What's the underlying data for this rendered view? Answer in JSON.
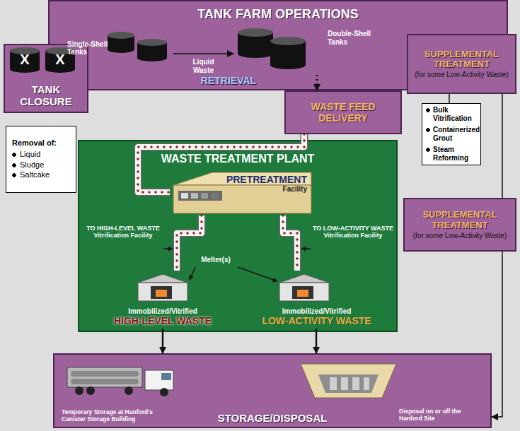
{
  "diagram": {
    "nodes": [
      {
        "text": [
          "TANK FARM OPERATIONS",
          "RETRIEVAL"
        ]
      },
      {
        "text": [
          "Single-Shell Tanks"
        ],
        "in": 0
      },
      {
        "text": [
          "Double-Shell Tanks"
        ],
        "in": 0
      },
      {
        "text": [
          "TANK CLOSURE"
        ]
      },
      {
        "text": [
          "Removal of:",
          "Liquid",
          "Sludge",
          "Saltcake"
        ]
      },
      {
        "text": [
          "SUPPLEMENTAL TREATMENT",
          "(for some Low-Activity Waste)"
        ]
      },
      {
        "text": [
          "Bulk Vitrification",
          "Containerized Grout",
          "Steam Reforming"
        ]
      },
      {
        "text": [
          "WASTE FEED DELIVERY"
        ]
      },
      {
        "text": [
          "WASTE TREATMENT PLANT"
        ]
      },
      {
        "text": [
          "PRETREATMENT",
          "Facility"
        ],
        "in": 8
      },
      {
        "text": [
          "Immobilized/Vitrified",
          "HIGH-LEVEL WASTE"
        ],
        "in": 8
      },
      {
        "text": [
          "Immobilized/Vitrified",
          "LOW-ACTIVITY WASTE"
        ],
        "in": 8
      },
      {
        "text": [
          "SUPPLEMENTAL TREATMENT",
          "(for some Low-Activity Waste)"
        ]
      },
      {
        "text": [
          "STORAGE/DISPOSAL"
        ]
      },
      {
        "text": [
          "Temporary Storage at Hanford's Canister Storage Building"
        ],
        "in": 13
      },
      {
        "text": [
          "Disposal on or off the Hanford Site"
        ],
        "in": 13
      }
    ],
    "edges": [
      {
        "from": 1,
        "to": 2,
        "label": "Liquid Waste",
        "arrow": "to"
      },
      {
        "from": 2,
        "to": 7,
        "arrow": "to"
      },
      {
        "from": 7,
        "to": 9,
        "arrow": "none"
      },
      {
        "from": 9,
        "to": 10,
        "arrow": "none"
      },
      {
        "from": 9,
        "to": 11,
        "arrow": "none"
      },
      {
        "from": 10,
        "to": 13,
        "arrow": "to"
      },
      {
        "from": 11,
        "to": 13,
        "arrow": "to"
      },
      {
        "from": 5,
        "to": 6,
        "arrow": "none"
      },
      {
        "from": 5,
        "to": 12,
        "arrow": "none"
      },
      {
        "from": 12,
        "to": 13,
        "arrow": "to"
      }
    ],
    "labels": [
      "TO HIGH-LEVEL WASTE Vitrification Facility",
      "TO LOW-ACTIVITY WASTE Vitrification Facility",
      "Melter(s)",
      "X",
      "X"
    ]
  }
}
